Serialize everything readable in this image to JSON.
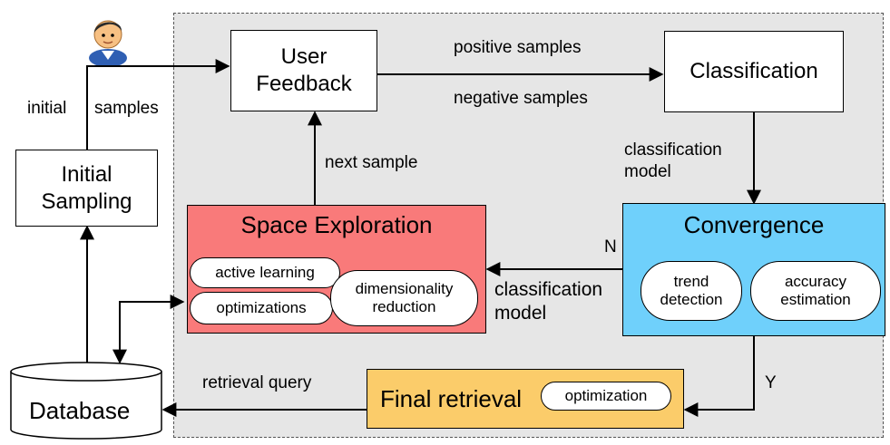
{
  "boxes": {
    "user_feedback": "User\nFeedback",
    "classification": "Classification",
    "initial_sampling": "Initial\nSampling",
    "space_exploration": "Space Exploration",
    "convergence": "Convergence",
    "final_retrieval": "Final retrieval",
    "database": "Database"
  },
  "pills": {
    "active_learning": "active learning",
    "optimizations": "optimizations",
    "dimensionality_reduction": "dimensionality\nreduction",
    "trend_detection": "trend\ndetection",
    "accuracy_estimation": "accuracy\nestimation",
    "optimization": "optimization"
  },
  "labels": {
    "positive_samples": "positive samples",
    "negative_samples": "negative samples",
    "initial_samples_a": "initial",
    "initial_samples_b": "samples",
    "next_sample": "next sample",
    "classification_model_top": "classification\nmodel",
    "classification_model_mid": "classification\nmodel",
    "n_label": "N",
    "y_label": "Y",
    "retrieval_query": "retrieval query"
  },
  "colors": {
    "space_exploration": "#f97a7a",
    "convergence": "#6fd0fb",
    "final_retrieval": "#fbcc6a",
    "region": "#e6e6e6"
  },
  "icons": {
    "user": "user-avatar-icon"
  }
}
